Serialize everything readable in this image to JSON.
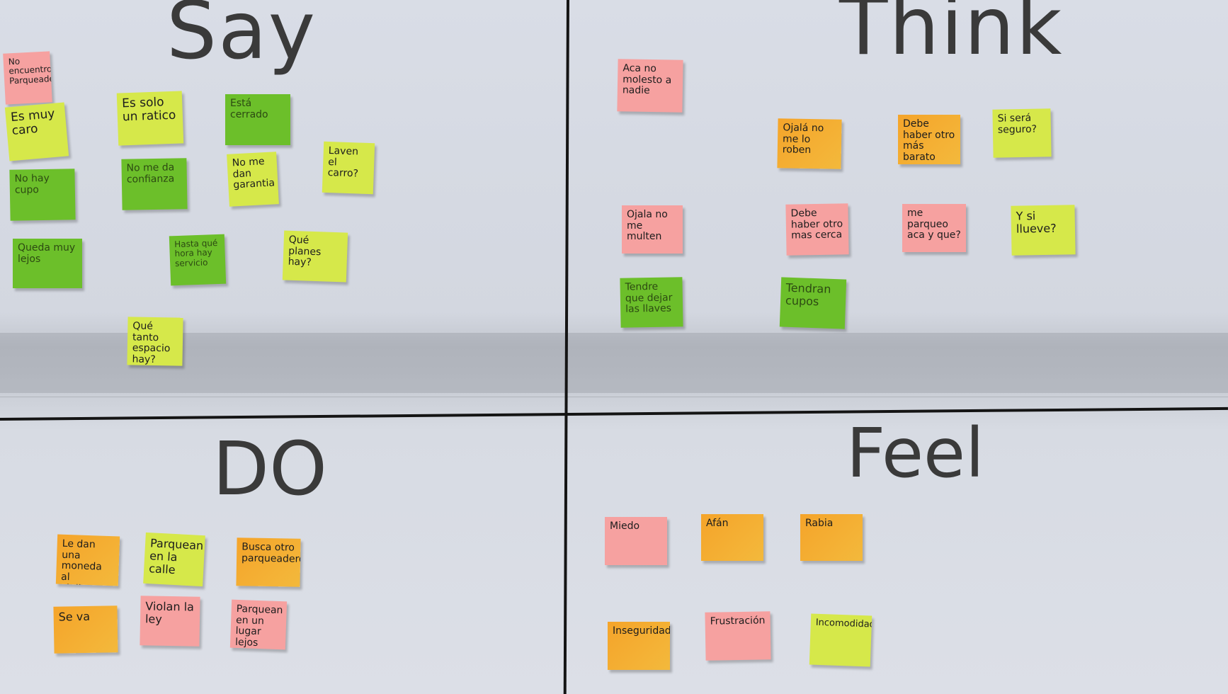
{
  "headings": {
    "say": "Say",
    "think": "Think",
    "do": "DO",
    "feel": "Feel"
  },
  "notes": {
    "say": [
      {
        "text": "No encuentro Parqueadero",
        "color": "pink"
      },
      {
        "text": "Es muy caro",
        "color": "yellow"
      },
      {
        "text": "Es solo un ratico",
        "color": "yellow"
      },
      {
        "text": "Está cerrado",
        "color": "green"
      },
      {
        "text": "No hay cupo",
        "color": "green"
      },
      {
        "text": "No me da confianza",
        "color": "green"
      },
      {
        "text": "No me dan garantia",
        "color": "yellow"
      },
      {
        "text": "Laven el carro?",
        "color": "yellow"
      },
      {
        "text": "Queda muy lejos",
        "color": "green"
      },
      {
        "text": "Hasta qué hora hay servicio",
        "color": "green"
      },
      {
        "text": "Qué planes hay?",
        "color": "yellow"
      },
      {
        "text": "Qué tanto espacio hay?",
        "color": "yellow"
      }
    ],
    "think": [
      {
        "text": "Aca no molesto a nadie",
        "color": "pink"
      },
      {
        "text": "Ojalá no me lo roben",
        "color": "orange"
      },
      {
        "text": "Debe haber otro más barato",
        "color": "orange"
      },
      {
        "text": "Si será seguro?",
        "color": "yellow"
      },
      {
        "text": "Ojala no me multen",
        "color": "pink"
      },
      {
        "text": "Debe haber otro mas cerca",
        "color": "pink"
      },
      {
        "text": "me parqueo aca y que?",
        "color": "pink"
      },
      {
        "text": "Y si llueve?",
        "color": "yellow"
      },
      {
        "text": "Tendre que dejar las llaves",
        "color": "green"
      },
      {
        "text": "Tendran cupos",
        "color": "green"
      }
    ],
    "do": [
      {
        "text": "Le dan una moneda al vigilante",
        "color": "orange"
      },
      {
        "text": "Parquean en la calle",
        "color": "yellow"
      },
      {
        "text": "Busca otro parqueadero",
        "color": "orange"
      },
      {
        "text": "Se va",
        "color": "orange"
      },
      {
        "text": "Violan la ley",
        "color": "pink"
      },
      {
        "text": "Parquean en un lugar lejos",
        "color": "pink"
      }
    ],
    "feel": [
      {
        "text": "Miedo",
        "color": "pink"
      },
      {
        "text": "Afán",
        "color": "orange"
      },
      {
        "text": "Rabia",
        "color": "orange"
      },
      {
        "text": "Inseguridad",
        "color": "orange"
      },
      {
        "text": "Frustración",
        "color": "pink"
      },
      {
        "text": "Incomodidad",
        "color": "yellow"
      }
    ]
  }
}
